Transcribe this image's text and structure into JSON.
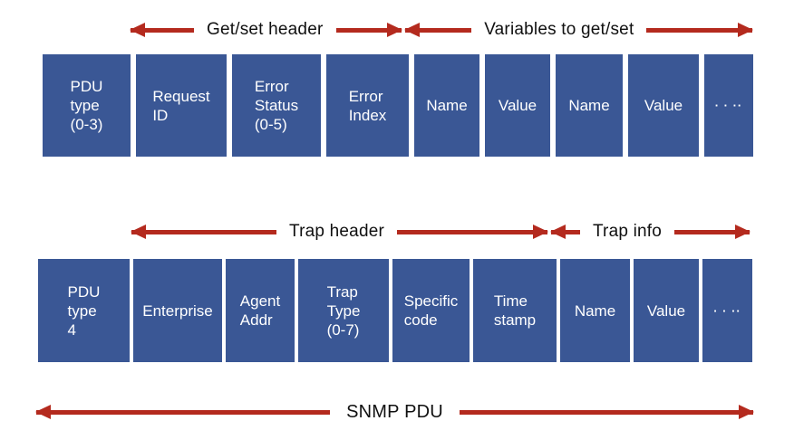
{
  "colors": {
    "box_blue": "#3A5795",
    "arrow_red": "#B42A1E",
    "box_text": "#FFFFFF",
    "label_text": "#101010"
  },
  "arrows": {
    "get_set_header": "Get/set header",
    "variables_to_get_set": "Variables to get/set",
    "trap_header": "Trap header",
    "trap_info": "Trap info",
    "snmp_pdu": "SNMP PDU"
  },
  "get_set_row": {
    "cells": [
      "PDU\ntype\n(0-3)",
      "Request\nID",
      "Error\nStatus\n(0-5)",
      "Error\nIndex",
      "Name",
      "Value",
      "Name",
      "Value",
      "· · ··"
    ]
  },
  "trap_row": {
    "cells": [
      "PDU\ntype\n4",
      "Enterprise",
      "Agent\nAddr",
      "Trap\nType\n(0-7)",
      "Specific\ncode",
      "Time\nstamp",
      "Name",
      "Value",
      "· · ··"
    ]
  }
}
